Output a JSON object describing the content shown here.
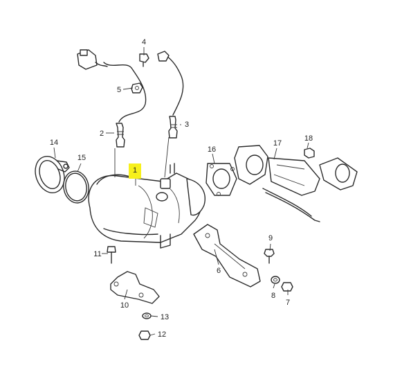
{
  "highlight_color": "#f7f01c",
  "callouts": [
    {
      "id": "c1",
      "label": "1",
      "highlighted": true
    },
    {
      "id": "c2",
      "label": "2"
    },
    {
      "id": "c3",
      "label": "3"
    },
    {
      "id": "c4",
      "label": "4"
    },
    {
      "id": "c5",
      "label": "5"
    },
    {
      "id": "c6",
      "label": "6"
    },
    {
      "id": "c7",
      "label": "7"
    },
    {
      "id": "c8",
      "label": "8"
    },
    {
      "id": "c9",
      "label": "9"
    },
    {
      "id": "c10",
      "label": "10"
    },
    {
      "id": "c11",
      "label": "11"
    },
    {
      "id": "c12",
      "label": "12"
    },
    {
      "id": "c13",
      "label": "13"
    },
    {
      "id": "c14",
      "label": "14"
    },
    {
      "id": "c15",
      "label": "15"
    },
    {
      "id": "c16",
      "label": "16"
    },
    {
      "id": "c17",
      "label": "17"
    },
    {
      "id": "c18",
      "label": "18"
    }
  ]
}
